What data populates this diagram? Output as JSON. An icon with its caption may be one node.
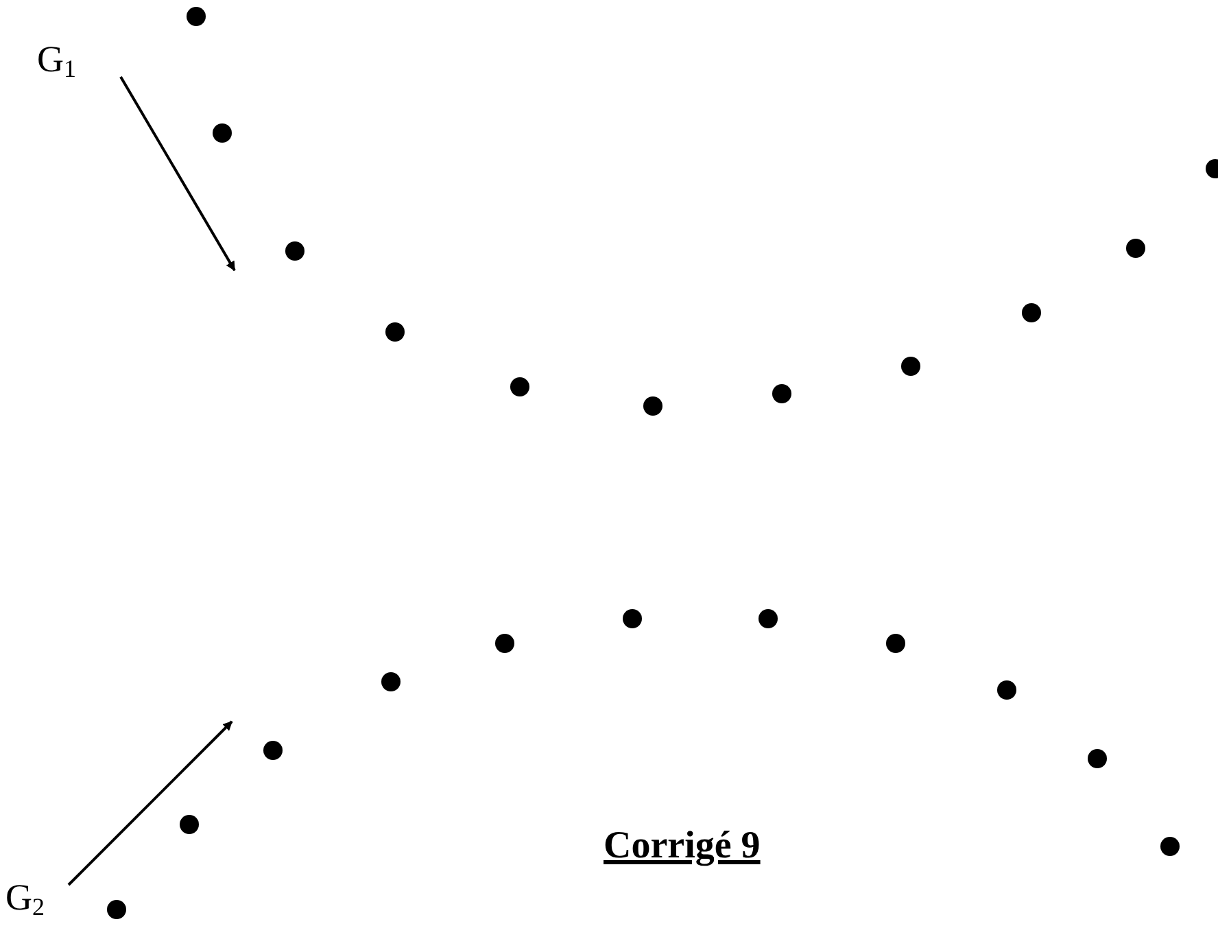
{
  "diagram": {
    "nodes": [
      {
        "text": [
          "G$_{1}$"
        ]
      },
      {
        "text": [
          "G$_{2}$"
        ]
      }
    ],
    "edges": [
      {
        "from": 0,
        "to": null,
        "arrow": "to"
      },
      {
        "from": 1,
        "to": null,
        "arrow": "to"
      }
    ],
    "labels": [
      "Corrigé 9"
    ]
  }
}
